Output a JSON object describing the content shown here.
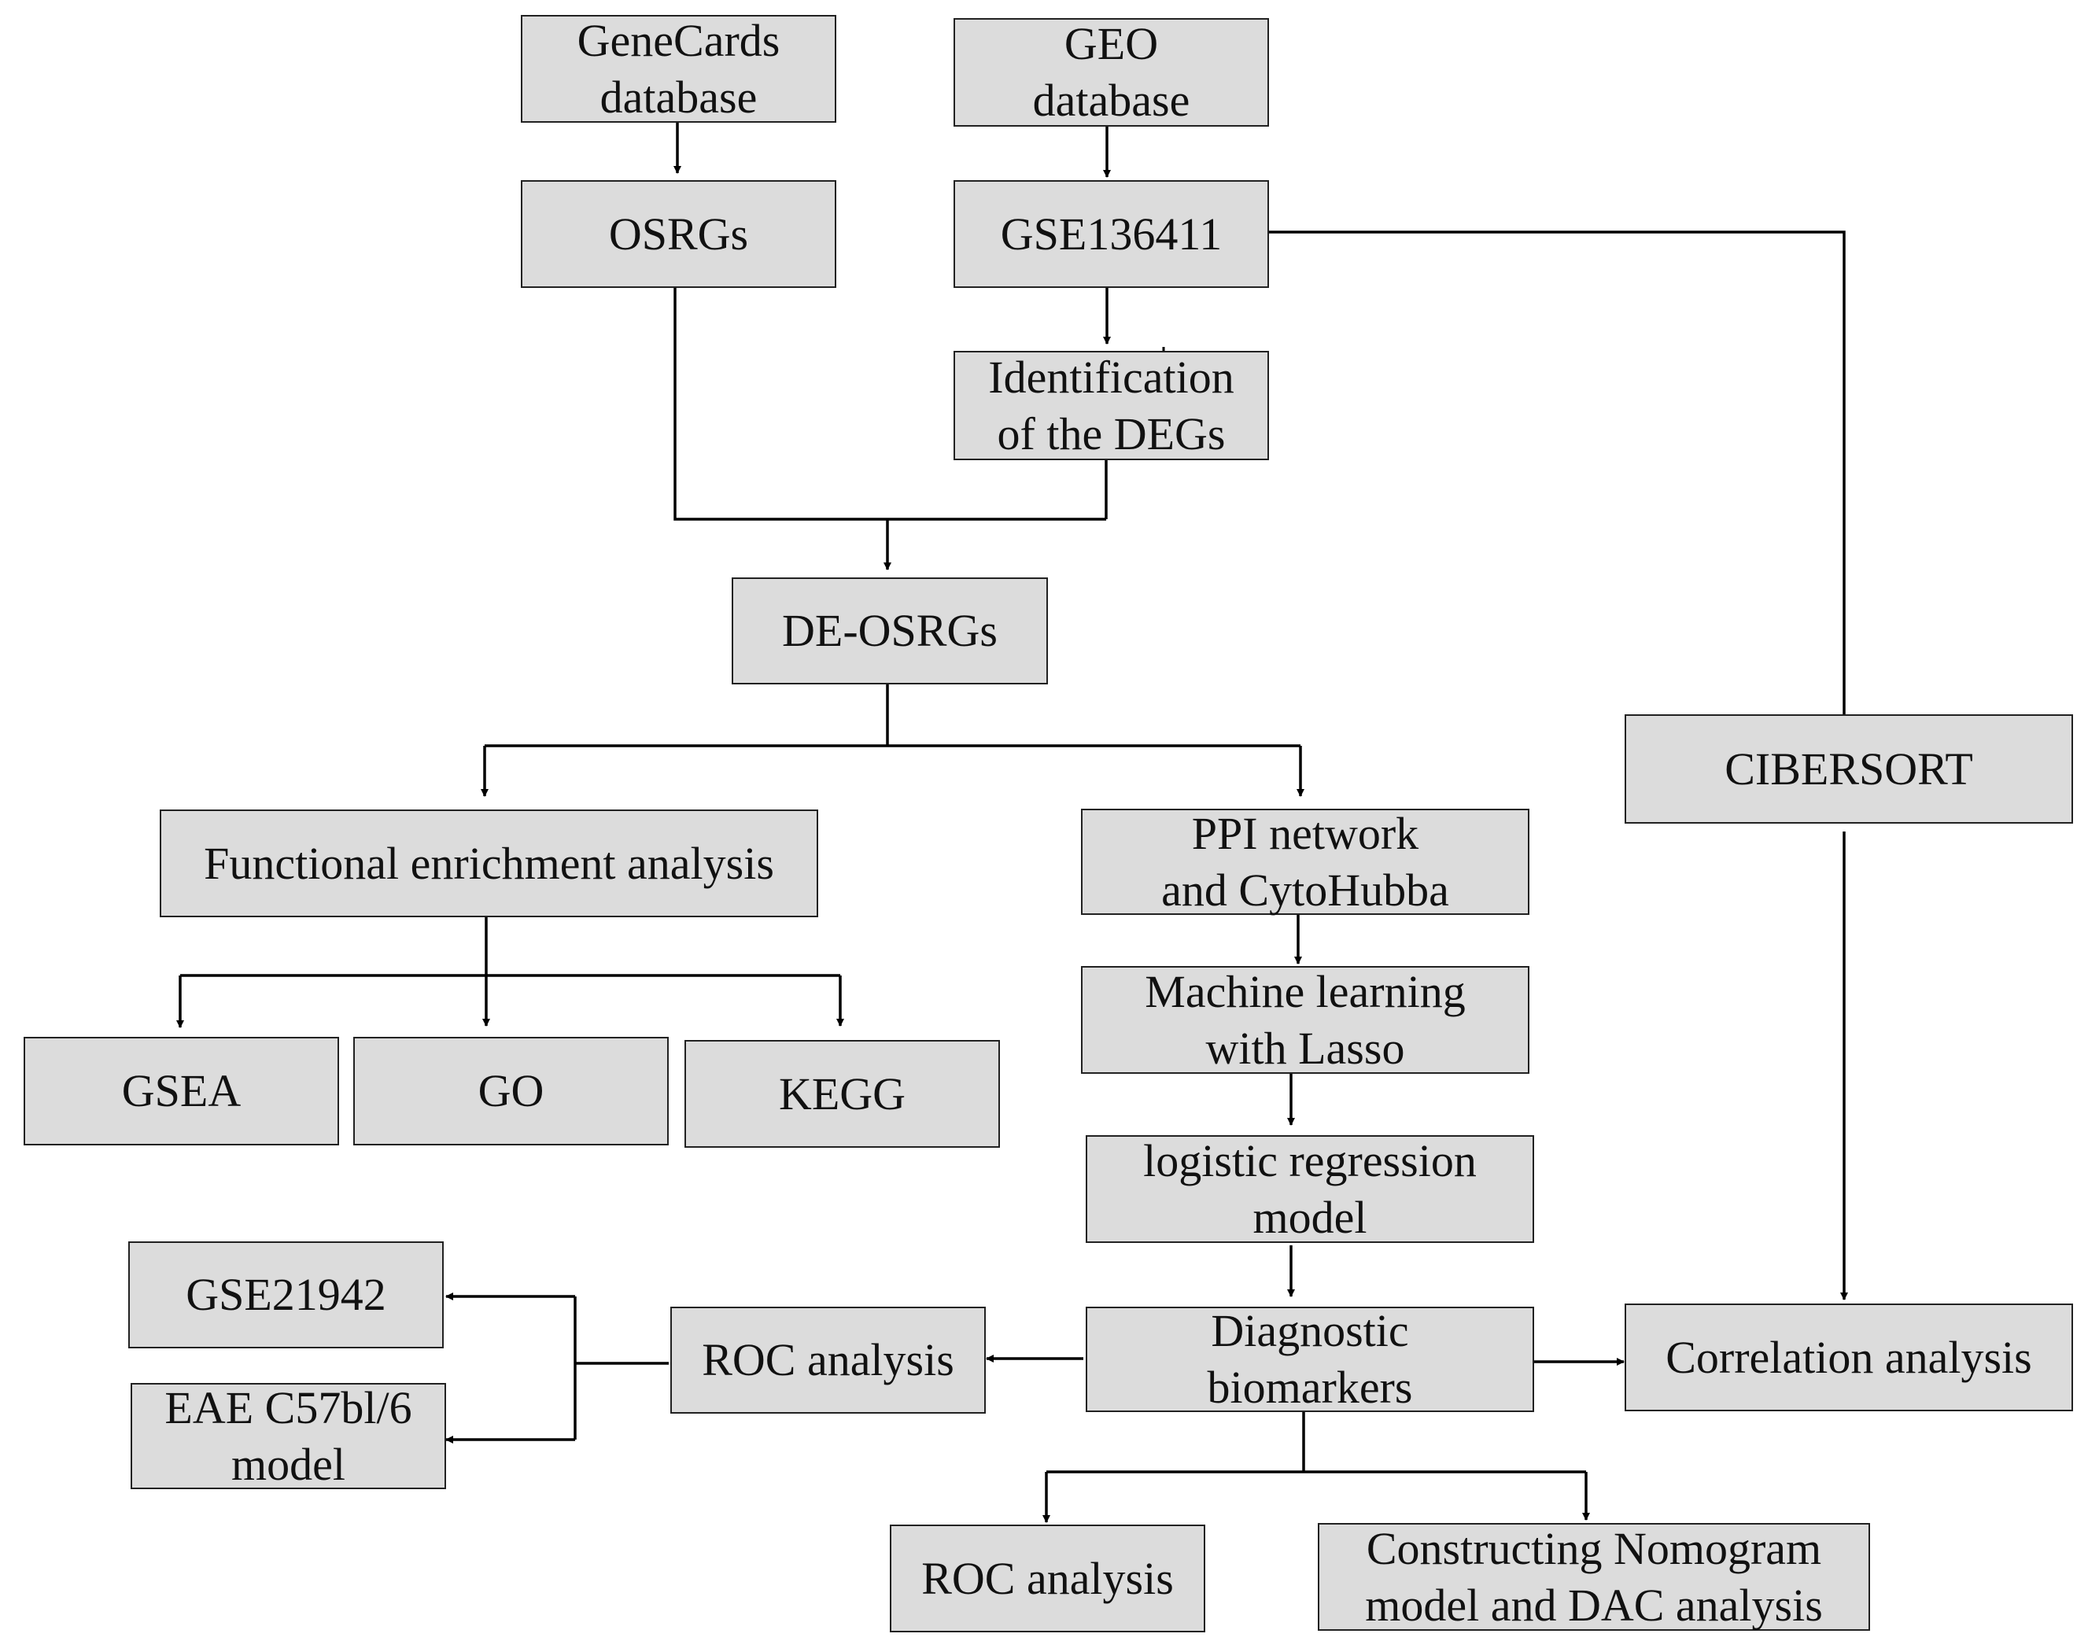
{
  "nodes": {
    "genecards": "GeneCards\ndatabase",
    "geo": "GEO\ndatabase",
    "osrgs": "OSRGs",
    "gse136411": "GSE136411",
    "identification": "Identification\nof the DEGs",
    "deosrgs": "DE-OSRGs",
    "cibersort": "CIBERSORT",
    "functional": "Functional enrichment analysis",
    "ppi": "PPI network\nand  CytoHubba",
    "gsea": "GSEA",
    "go": "GO",
    "kegg": "KEGG",
    "machine_learning": "Machine learning\nwith Lasso",
    "logistic": "logistic  regression\nmodel",
    "gse21942": "GSE21942",
    "roc_validation": "ROC analysis",
    "diagnostic": "Diagnostic\nbiomarkers",
    "correlation": "Correlation  analysis",
    "eae": "EAE  C57bl/6\nmodel",
    "roc_bottom": "ROC analysis",
    "nomogram": "Constructing Nomogram\nmodel and DAC analysis"
  },
  "colors": {
    "box_fill": "#dcdcdc",
    "box_border": "#222222",
    "line": "#000000",
    "text": "#111111"
  }
}
